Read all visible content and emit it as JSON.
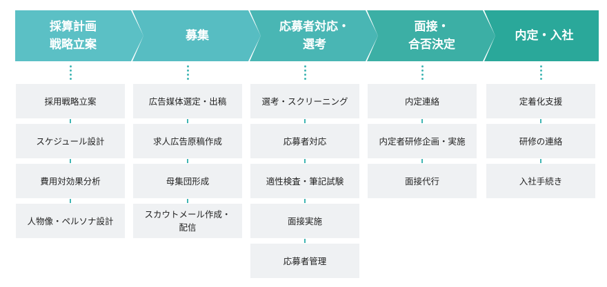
{
  "colors": {
    "chevrons": [
      "#5bc0c5",
      "#57bdc2",
      "#49b6b4",
      "#3cafa5",
      "#2aa89a"
    ],
    "connector": "#3fb5b3",
    "box_bg": "#eff1f3",
    "text": "#222222"
  },
  "stages": [
    {
      "title": "採算計画\n戦略立案",
      "tasks": [
        "採用戦略立案",
        "スケジュール設計",
        "費用対効果分析",
        "人物像・ペルソナ設計"
      ]
    },
    {
      "title": "募集",
      "tasks": [
        "広告媒体選定・出稿",
        "求人広告原稿作成",
        "母集団形成",
        "スカウトメール作成・\n配信"
      ]
    },
    {
      "title": "応募者対応・\n選考",
      "tasks": [
        "選考・スクリーニング",
        "応募者対応",
        "適性検査・筆記試験",
        "面接実施",
        "応募者管理"
      ]
    },
    {
      "title": "面接・\n合否決定",
      "tasks": [
        "内定連絡",
        "内定者研修企画・実施",
        "面接代行"
      ]
    },
    {
      "title": "内定・入社",
      "tasks": [
        "定着化支援",
        "研修の連絡",
        "入社手続き"
      ]
    }
  ]
}
